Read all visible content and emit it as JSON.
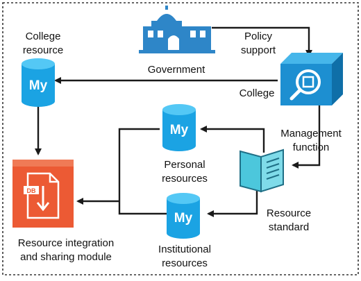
{
  "labels": {
    "college_resource": [
      "College",
      "resource"
    ],
    "policy_support": [
      "Policy",
      "support"
    ],
    "government": "Government",
    "college": "College",
    "management_function": [
      "Management",
      "function"
    ],
    "personal_resources": [
      "Personal",
      "resources"
    ],
    "resource_standard": [
      "Resource",
      "standard"
    ],
    "institutional_resources": [
      "Institutional",
      "resources"
    ],
    "module": [
      "Resource integration",
      "and sharing module"
    ],
    "db_text": "My",
    "doc_text": "DB"
  },
  "colors": {
    "db_blue": "#1ba3e3",
    "db_top": "#54c8f5",
    "building_blue": "#2e86c8",
    "cube_blue": "#1d8fd1",
    "module_orange": "#ec5a34",
    "book_teal": "#4cc7dc",
    "line": "#1a1a1a"
  },
  "icons": {
    "government": "government-building-icon",
    "college": "magnifier-cube-icon",
    "database": "mysql-database-icon",
    "module": "document-download-icon",
    "book": "open-book-icon"
  }
}
